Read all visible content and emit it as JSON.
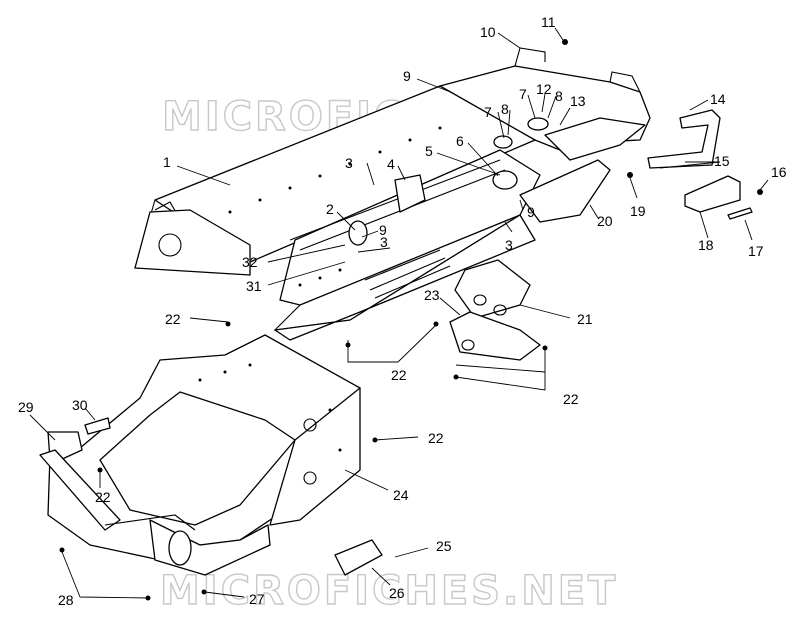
{
  "watermark": {
    "top": "MICROFICHES.NET",
    "bottom": "MICROFICHES.NET"
  },
  "callouts": [
    {
      "id": "c1",
      "text": "1"
    },
    {
      "id": "c2",
      "text": "2"
    },
    {
      "id": "c3a",
      "text": "3"
    },
    {
      "id": "c3b",
      "text": "3"
    },
    {
      "id": "c3c",
      "text": "3"
    },
    {
      "id": "c4",
      "text": "4"
    },
    {
      "id": "c5",
      "text": "5"
    },
    {
      "id": "c6",
      "text": "6"
    },
    {
      "id": "c7a",
      "text": "7"
    },
    {
      "id": "c7b",
      "text": "7"
    },
    {
      "id": "c8a",
      "text": "8"
    },
    {
      "id": "c8b",
      "text": "8"
    },
    {
      "id": "c9a",
      "text": "9"
    },
    {
      "id": "c9b",
      "text": "9"
    },
    {
      "id": "c9c",
      "text": "9"
    },
    {
      "id": "c10",
      "text": "10"
    },
    {
      "id": "c11",
      "text": "11"
    },
    {
      "id": "c12",
      "text": "12"
    },
    {
      "id": "c13",
      "text": "13"
    },
    {
      "id": "c14",
      "text": "14"
    },
    {
      "id": "c15",
      "text": "15"
    },
    {
      "id": "c16",
      "text": "16"
    },
    {
      "id": "c17",
      "text": "17"
    },
    {
      "id": "c18",
      "text": "18"
    },
    {
      "id": "c19",
      "text": "19"
    },
    {
      "id": "c20",
      "text": "20"
    },
    {
      "id": "c21",
      "text": "21"
    },
    {
      "id": "c22a",
      "text": "22"
    },
    {
      "id": "c22b",
      "text": "22"
    },
    {
      "id": "c22c",
      "text": "22"
    },
    {
      "id": "c22d",
      "text": "22"
    },
    {
      "id": "c22e",
      "text": "22"
    },
    {
      "id": "c23",
      "text": "23"
    },
    {
      "id": "c24",
      "text": "24"
    },
    {
      "id": "c25",
      "text": "25"
    },
    {
      "id": "c26",
      "text": "26"
    },
    {
      "id": "c27",
      "text": "27"
    },
    {
      "id": "c28",
      "text": "28"
    },
    {
      "id": "c29",
      "text": "29"
    },
    {
      "id": "c30",
      "text": "30"
    },
    {
      "id": "c31",
      "text": "31"
    },
    {
      "id": "c32",
      "text": "32"
    }
  ]
}
